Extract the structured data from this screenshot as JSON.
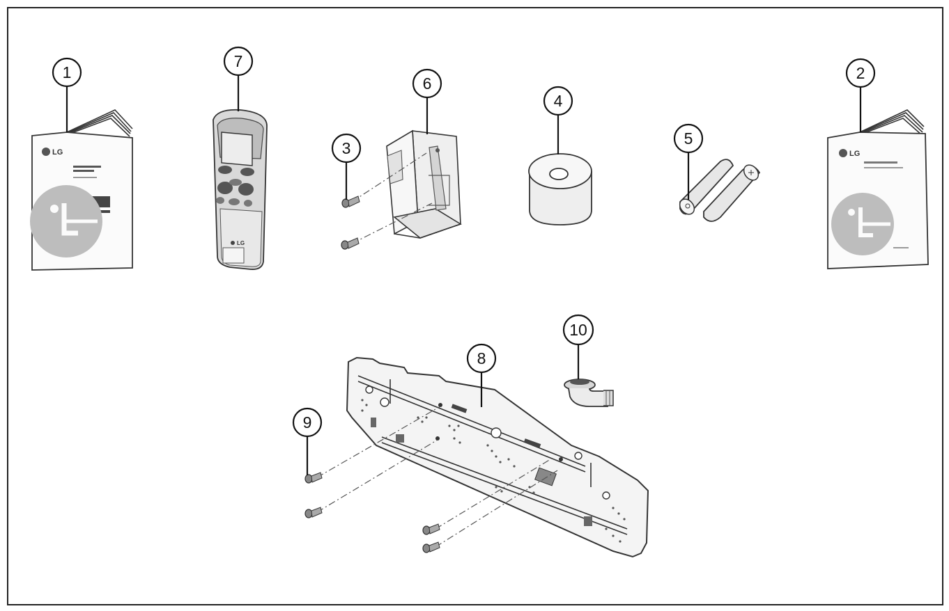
{
  "callouts": {
    "c1": "1",
    "c2": "2",
    "c3": "3",
    "c4": "4",
    "c5": "5",
    "c6": "6",
    "c7": "7",
    "c8": "8",
    "c9": "9",
    "c10": "10"
  },
  "manual_1": {
    "brand": "LG"
  },
  "manual_2": {
    "brand": "LG"
  },
  "remote": {
    "brand": "LG"
  },
  "colors": {
    "line": "#222222",
    "logo_gray": "#b5b5b5",
    "background": "#ffffff"
  }
}
